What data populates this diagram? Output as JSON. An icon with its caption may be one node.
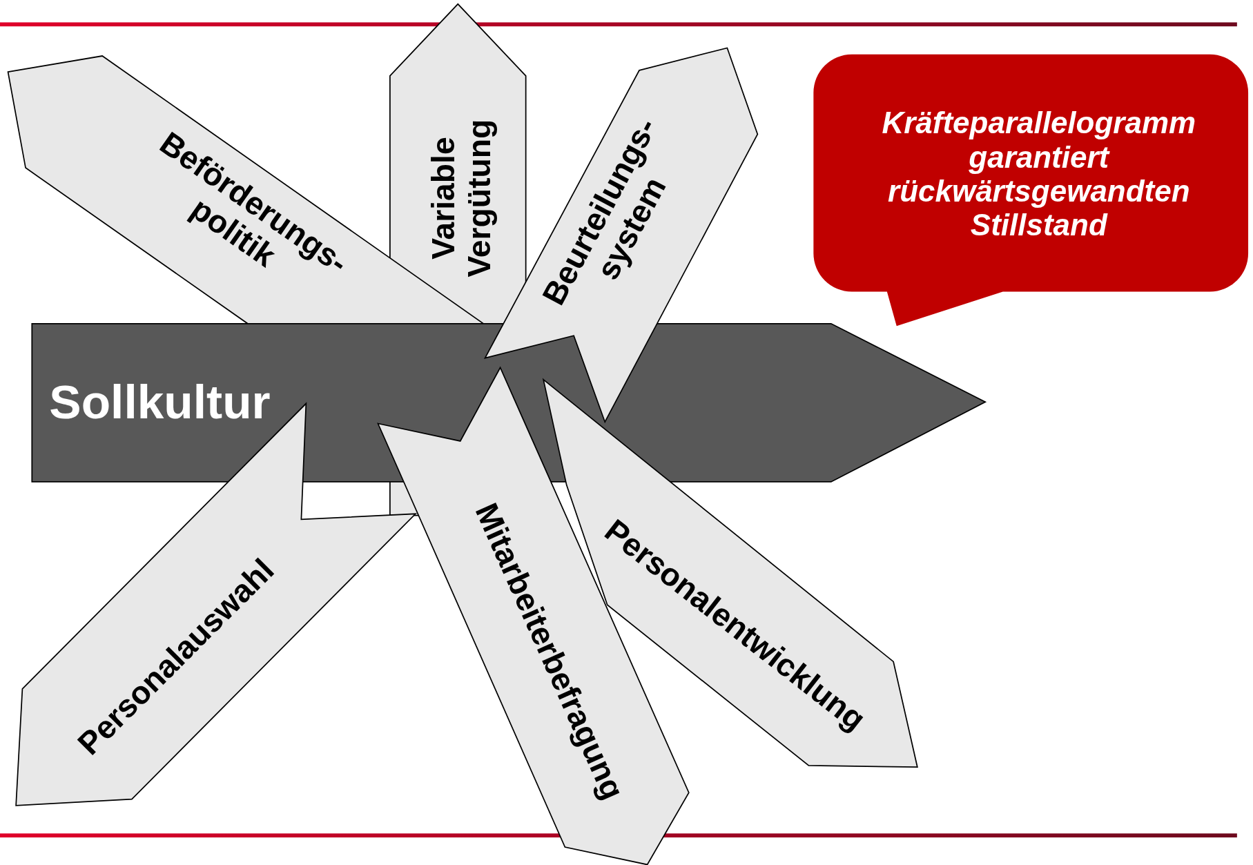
{
  "diagram": {
    "nodes": [
      {
        "text": [
          "Beförderungs- politik"
        ]
      },
      {
        "text": [
          "Variable Vergütung"
        ]
      },
      {
        "text": [
          "Beurteilungs- system"
        ]
      },
      {
        "text": [
          "Kräfteparallelogramm garantiert rückwärtsgewandten Stillstand"
        ]
      },
      {
        "text": [
          "Sollkultur"
        ]
      },
      {
        "text": [
          "Personalauswahl"
        ]
      },
      {
        "text": [
          "Mitarbeiterbefragung"
        ]
      },
      {
        "text": [
          "Personalentwicklung"
        ]
      }
    ],
    "edges": []
  }
}
